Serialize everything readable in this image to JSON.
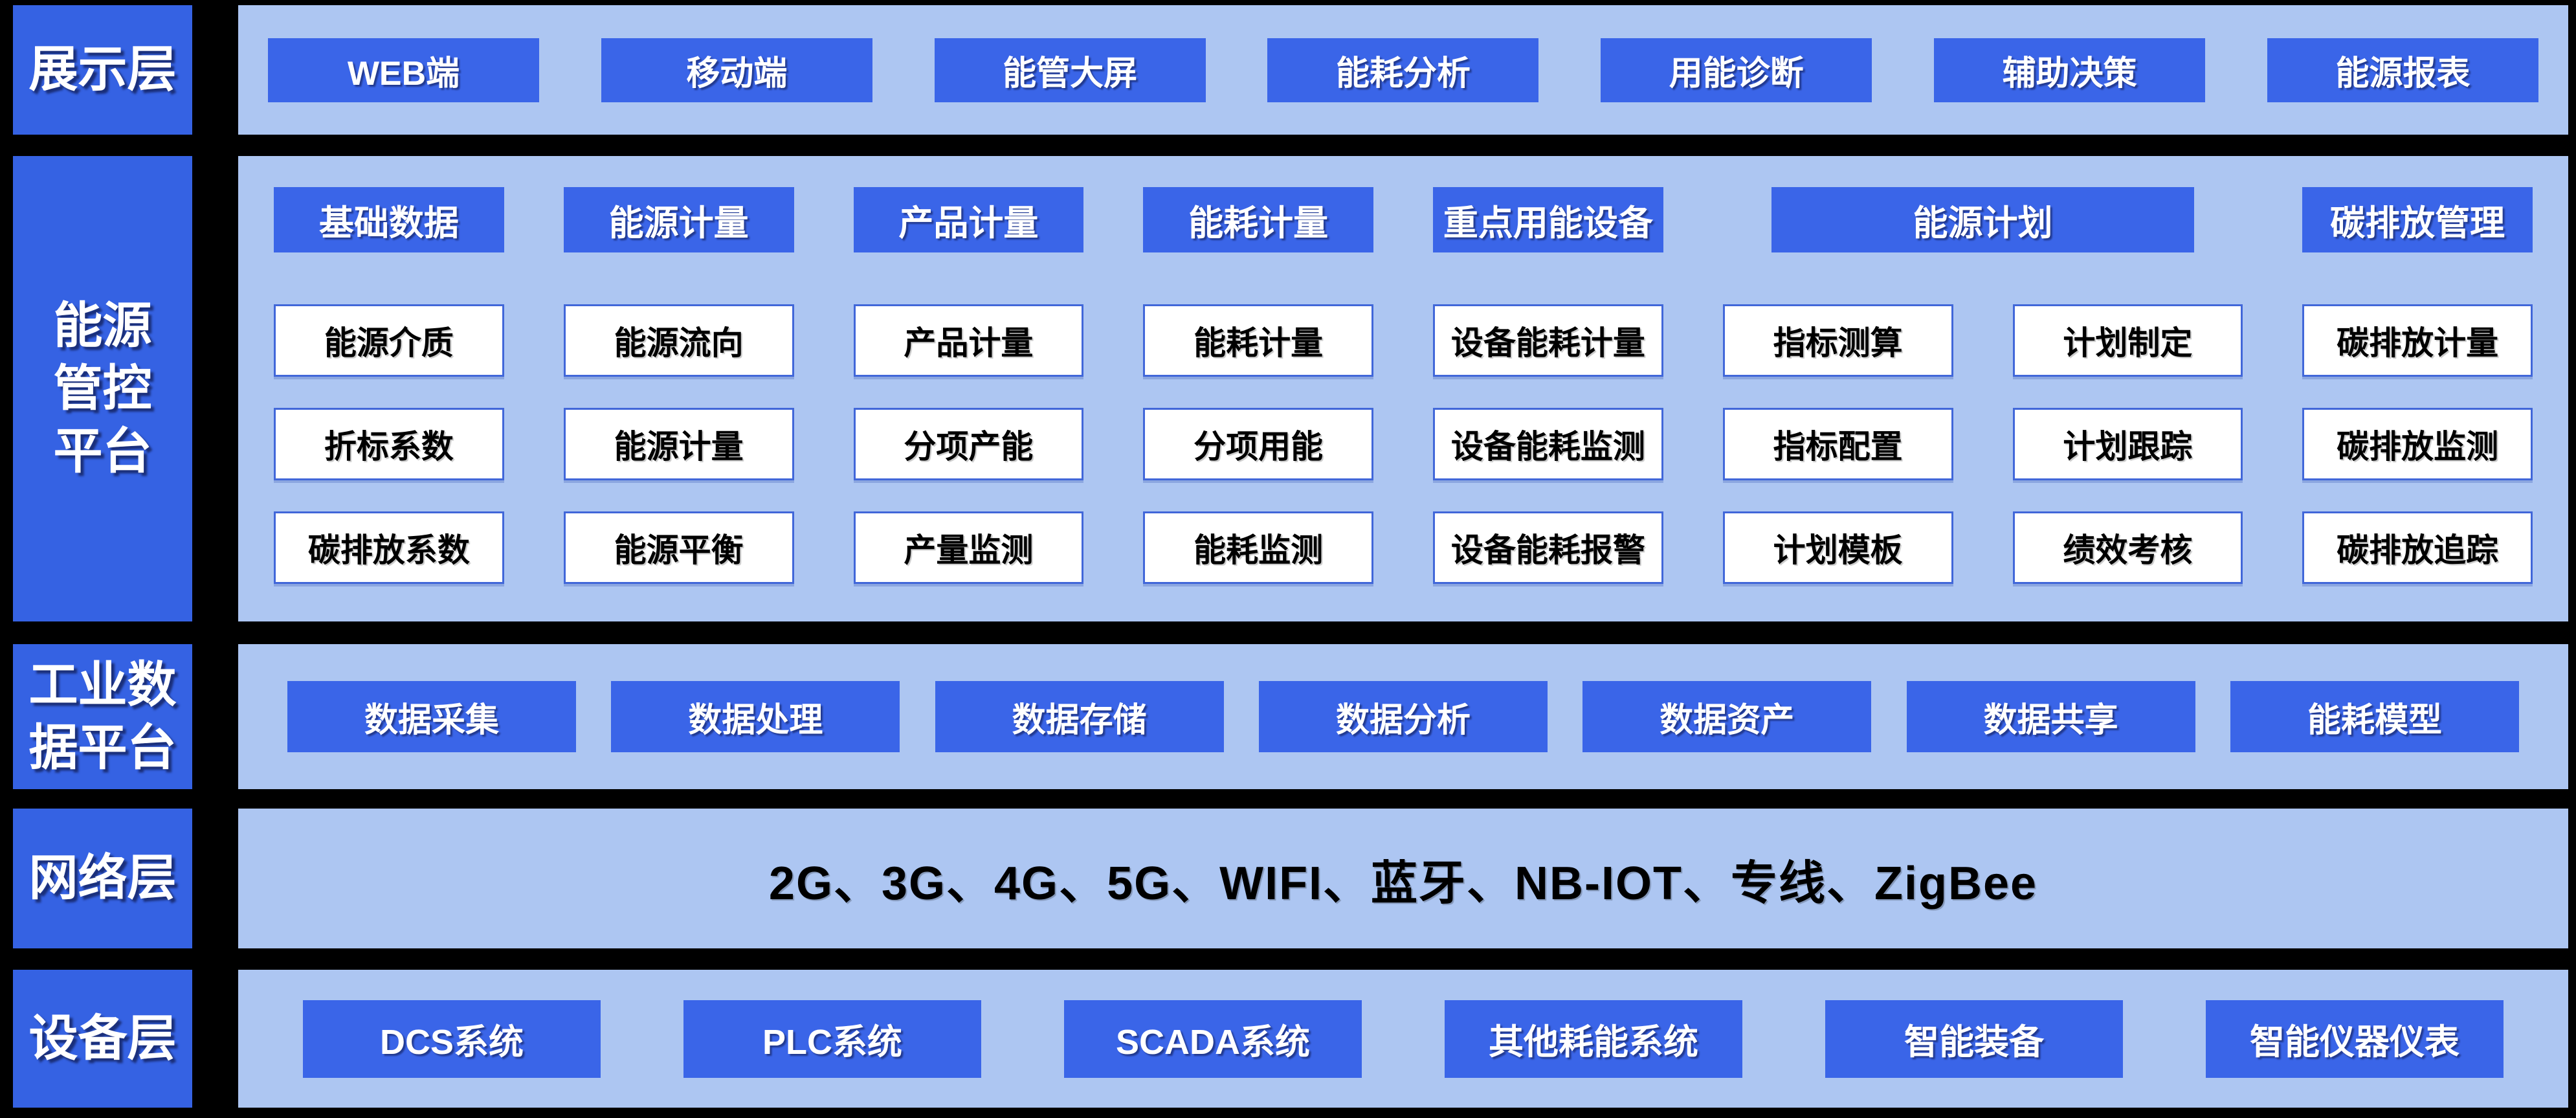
{
  "colors": {
    "background": "#000000",
    "panel": "#adc6f2",
    "block": "#3a65e8",
    "label_box": "#3562e3",
    "white_box_border": "#4167d9",
    "block_text": "#ffffff",
    "box_text": "#000000"
  },
  "layers": [
    {
      "name": "presentation",
      "type": "buttons",
      "label": "展示层",
      "label_lines": [
        "展示层"
      ],
      "buttons": [
        "WEB端",
        "移动端",
        "能管大屏",
        "能耗分析",
        "用能诊断",
        "辅助决策",
        "能源报表"
      ]
    },
    {
      "name": "energy-control-platform",
      "type": "grid",
      "label": "能源管控平台",
      "label_lines": [
        "能源",
        "管控",
        "平台"
      ],
      "headers": [
        {
          "label": "基础数据",
          "span": 1
        },
        {
          "label": "能源计量",
          "span": 1
        },
        {
          "label": "产品计量",
          "span": 1
        },
        {
          "label": "能耗计量",
          "span": 1
        },
        {
          "label": "重点用能设备",
          "span": 1
        },
        {
          "label": "能源计划",
          "span": 2
        },
        {
          "label": "碳排放管理",
          "span": 1
        }
      ],
      "rows": [
        [
          "能源介质",
          "能源流向",
          "产品计量",
          "能耗计量",
          "设备能耗计量",
          "指标测算",
          "计划制定",
          "碳排放计量"
        ],
        [
          "折标系数",
          "能源计量",
          "分项产能",
          "分项用能",
          "设备能耗监测",
          "指标配置",
          "计划跟踪",
          "碳排放监测"
        ],
        [
          "碳排放系数",
          "能源平衡",
          "产量监测",
          "能耗监测",
          "设备能耗报警",
          "计划模板",
          "绩效考核",
          "碳排放追踪"
        ]
      ]
    },
    {
      "name": "industrial-data-platform",
      "type": "buttons",
      "label": "工业数据平台",
      "label_lines": [
        "工业数",
        "据平台"
      ],
      "buttons": [
        "数据采集",
        "数据处理",
        "数据存储",
        "数据分析",
        "数据资产",
        "数据共享",
        "能耗模型"
      ]
    },
    {
      "name": "network",
      "type": "text",
      "label": "网络层",
      "label_lines": [
        "网络层"
      ],
      "text": "2G、3G、4G、5G、WIFI、蓝牙、NB-IOT、专线、ZigBee"
    },
    {
      "name": "device",
      "type": "buttons",
      "label": "设备层",
      "label_lines": [
        "设备层"
      ],
      "buttons": [
        "DCS系统",
        "PLC系统",
        "SCADA系统",
        "其他耗能系统",
        "智能装备",
        "智能仪器仪表"
      ]
    }
  ]
}
